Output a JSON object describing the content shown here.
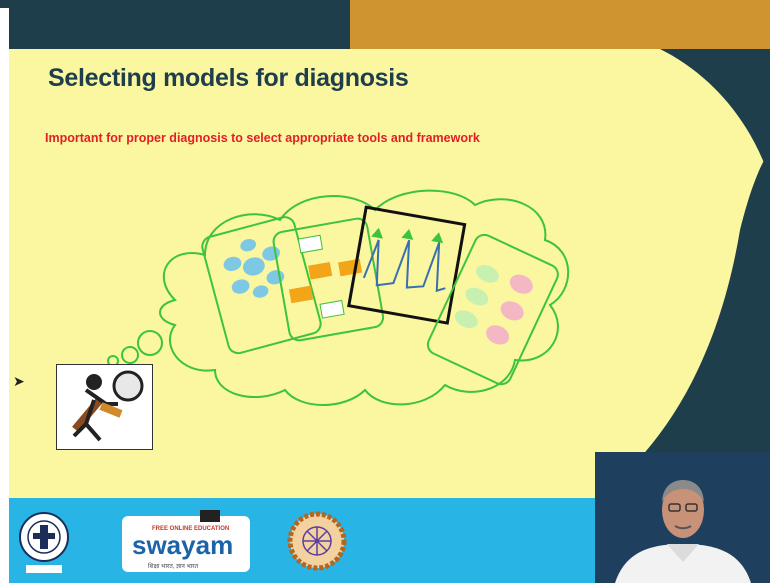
{
  "slide": {
    "title": "Selecting models for diagnosis",
    "subtitle": "Important for proper diagnosis to select appropriate tools and framework"
  },
  "footer": {
    "swayam_small": "FREE ONLINE EDUCATION",
    "swayam_word": "swayam",
    "swayam_tagline": "शिक्षा भारत, ज्ञान भारत"
  },
  "colors": {
    "slide_bg": "#fbf6a0",
    "header_dark": "#1f3e4c",
    "header_gold": "#cf9330",
    "footer_blue": "#29b4e6",
    "title": "#1f3e4c",
    "subtitle": "#e21f26",
    "diagram_line": "#3cc43c"
  },
  "icons": [
    "magnifier-figure-icon",
    "thought-cloud-icon",
    "iit-kgp-logo-icon",
    "swayam-logo-icon",
    "nptel-logo-icon",
    "cursor-icon"
  ]
}
